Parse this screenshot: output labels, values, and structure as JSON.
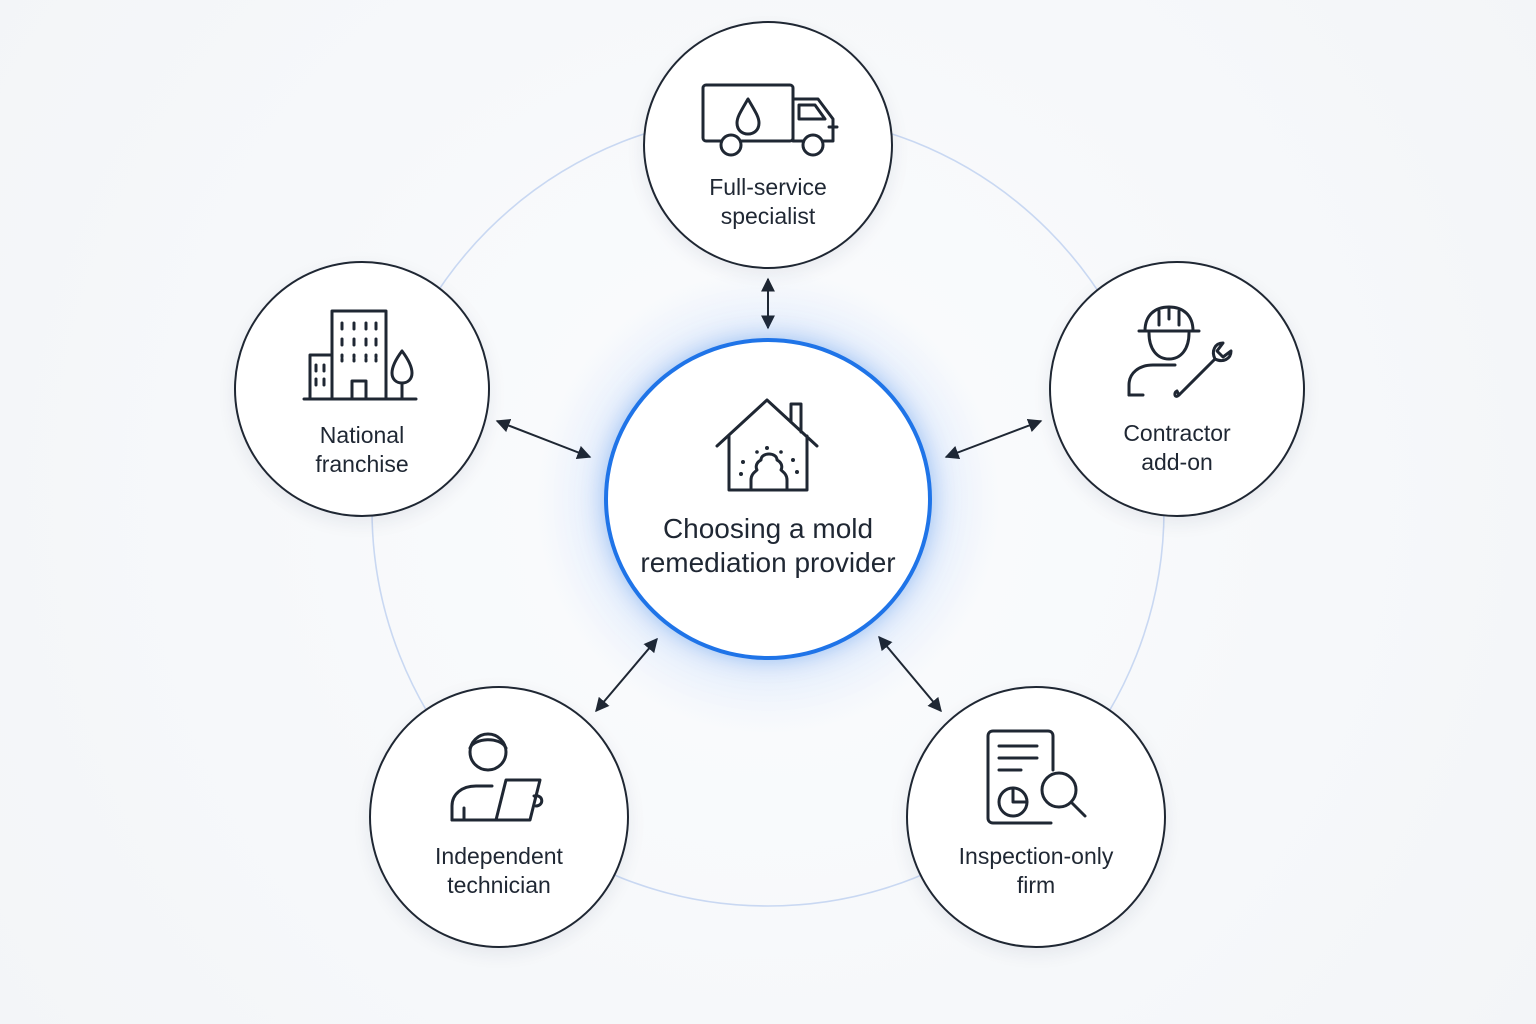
{
  "diagram": {
    "center": {
      "label": "Choosing a mold\nremediation provider",
      "icon": "moldy-house-icon"
    },
    "nodes": [
      {
        "id": "full-service-specialist",
        "label": "Full-service\nspecialist",
        "icon": "van-water-drop-icon"
      },
      {
        "id": "contractor-add-on",
        "label": "Contractor\nadd-on",
        "icon": "worker-wrench-icon"
      },
      {
        "id": "inspection-only-firm",
        "label": "Inspection-only\nfirm",
        "icon": "report-magnifier-icon"
      },
      {
        "id": "independent-technician",
        "label": "Independent\ntechnician",
        "icon": "person-tablet-icon"
      },
      {
        "id": "national-franchise",
        "label": "National\nfranchise",
        "icon": "buildings-tree-icon"
      }
    ],
    "connections": "bidirectional",
    "colors": {
      "accent": "#1f74e8",
      "stroke": "#1f2733",
      "ring": "#c9d8f2",
      "background": "#f6f8fa"
    }
  }
}
